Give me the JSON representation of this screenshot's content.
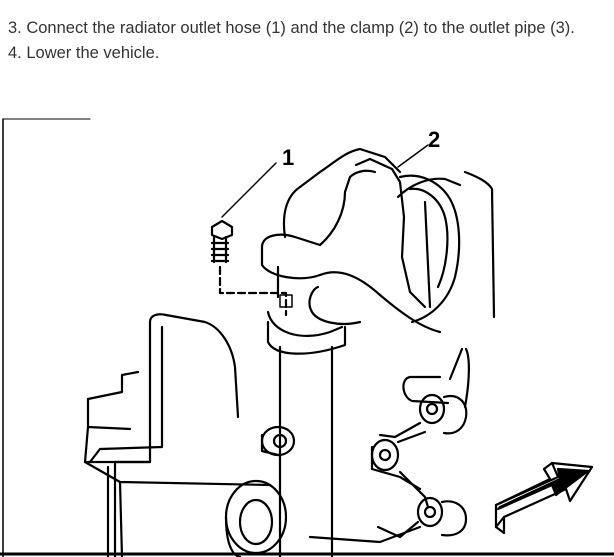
{
  "instructions": {
    "steps": [
      {
        "text": "3. Connect the radiator outlet hose (1) and the clamp (2) to the outlet pipe (3)."
      },
      {
        "text": "4. Lower the vehicle."
      }
    ]
  },
  "figure": {
    "callouts": [
      {
        "label": "1"
      },
      {
        "label": "2"
      }
    ]
  }
}
